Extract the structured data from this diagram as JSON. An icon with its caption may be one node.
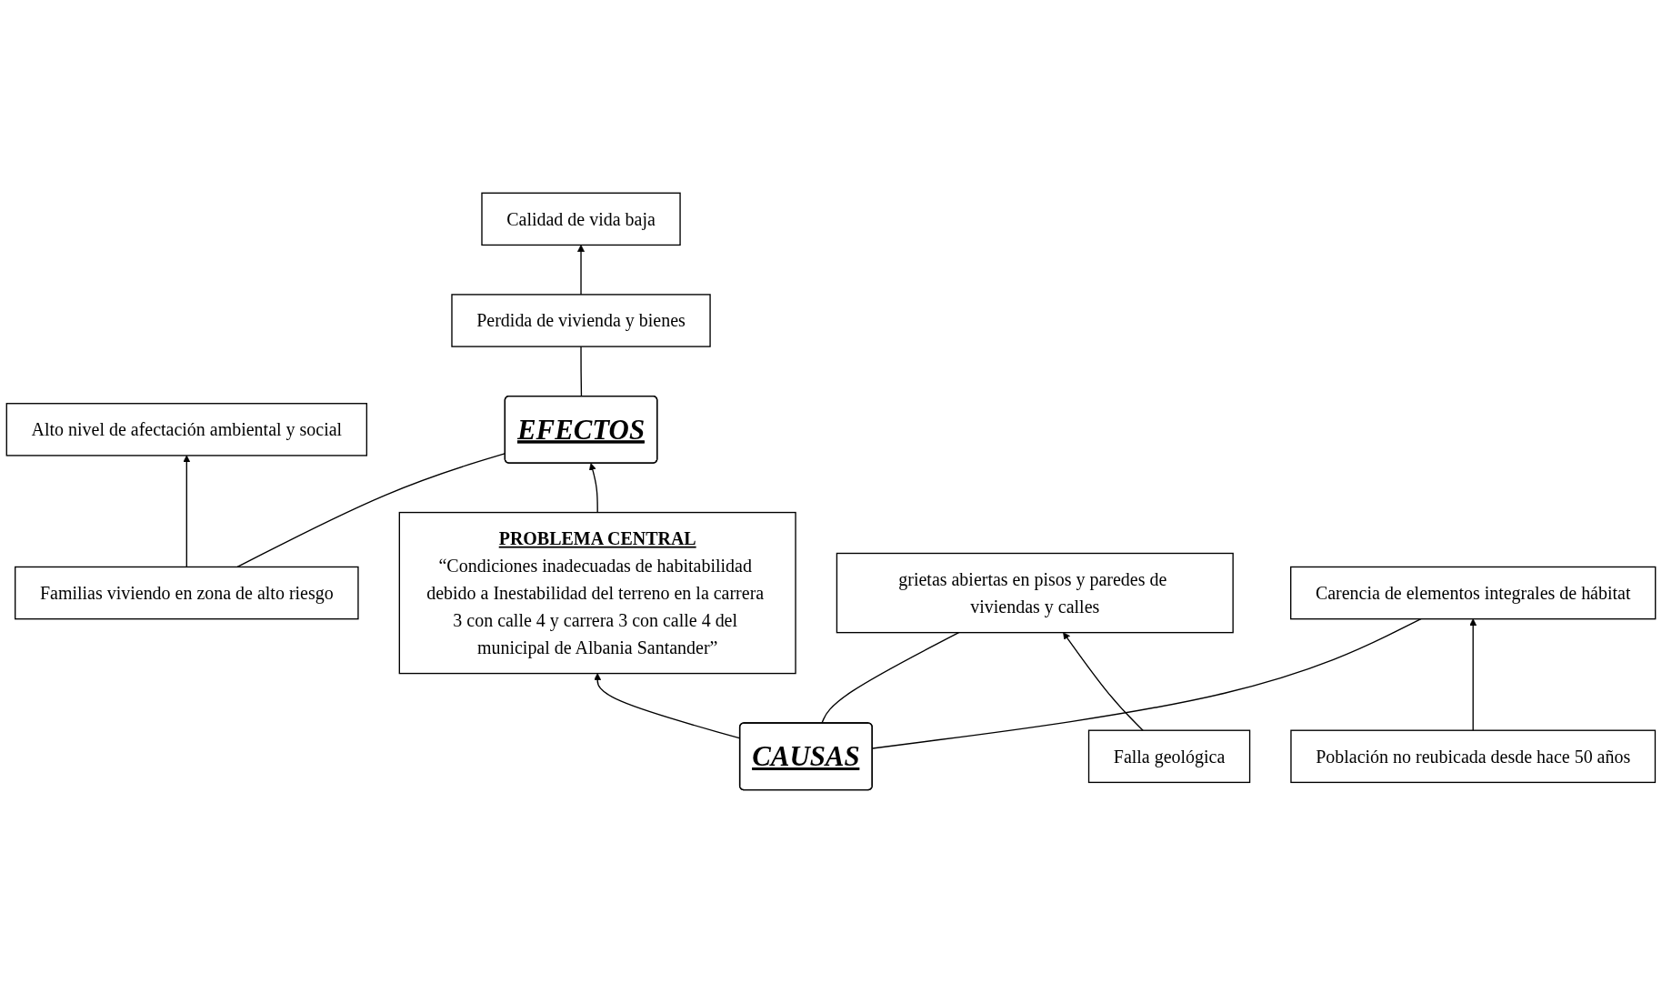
{
  "diagram": {
    "nodes": [
      {
        "text": [
          "Alto nivel de afectación ambiental y social"
        ]
      },
      {
        "text": [
          "Calidad de vida baja"
        ]
      },
      {
        "text": [
          "Familias viviendo en zona de alto riesgo"
        ]
      },
      {
        "text": [
          "EFECTOS"
        ]
      },
      {
        "text": [
          "Perdida de vivienda y bienes"
        ]
      },
      {
        "text": [
          "PROBLEMA CENTRAL",
          "“Condiciones inadecuadas de habitabilidad debido a Inestabilidad del terreno en la carrera 3 con calle 4 y carrera 3 con calle 4 del municipal de Albania Santander”"
        ]
      },
      {
        "text": [
          "CAUSAS"
        ]
      },
      {
        "text": [
          "grietas abiertas en pisos y paredes de viviendas y calles"
        ]
      },
      {
        "text": [
          "Carencia de elementos integrales de hábitat"
        ]
      },
      {
        "text": [
          "Falla geológica"
        ]
      },
      {
        "text": [
          "Población no reubicada desde hace 50 años"
        ]
      }
    ],
    "edges": [
      {
        "from": 2,
        "to": 0,
        "arrow": "to"
      },
      {
        "from": 4,
        "to": 1,
        "arrow": "to"
      },
      {
        "from": 2,
        "to": 3,
        "arrow": "none"
      },
      {
        "from": 3,
        "to": 4,
        "arrow": "none"
      },
      {
        "from": 5,
        "to": 3,
        "arrow": "to"
      },
      {
        "from": 6,
        "to": 5,
        "arrow": "to"
      },
      {
        "from": 6,
        "to": 7,
        "arrow": "none"
      },
      {
        "from": 6,
        "to": 8,
        "arrow": "none"
      },
      {
        "from": 9,
        "to": 7,
        "arrow": "to"
      },
      {
        "from": 10,
        "to": 8,
        "arrow": "to"
      }
    ]
  }
}
